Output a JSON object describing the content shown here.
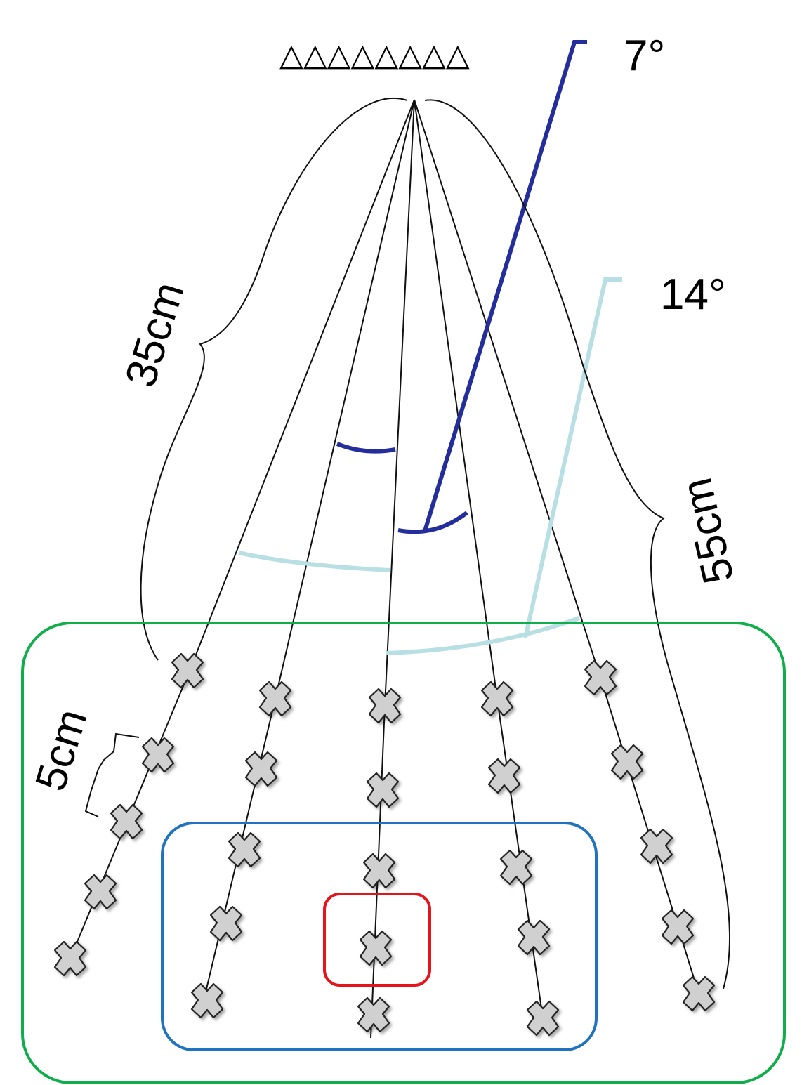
{
  "source_row": {
    "label": "△△△△△△△△"
  },
  "angles": [
    {
      "text": "7°",
      "color": "#232d9b"
    },
    {
      "text": "14°",
      "color": "#b8dfe3"
    }
  ],
  "distances": {
    "near": "35cm",
    "far": "55cm",
    "spacing": "5cm"
  },
  "regions": [
    {
      "name": "outer",
      "color": "#0fae4b"
    },
    {
      "name": "middle",
      "color": "#1f72bf"
    },
    {
      "name": "inner",
      "color": "#e5141b"
    }
  ],
  "marker": {
    "icon": "x-cross-icon",
    "fill": "#d0d0d0"
  }
}
